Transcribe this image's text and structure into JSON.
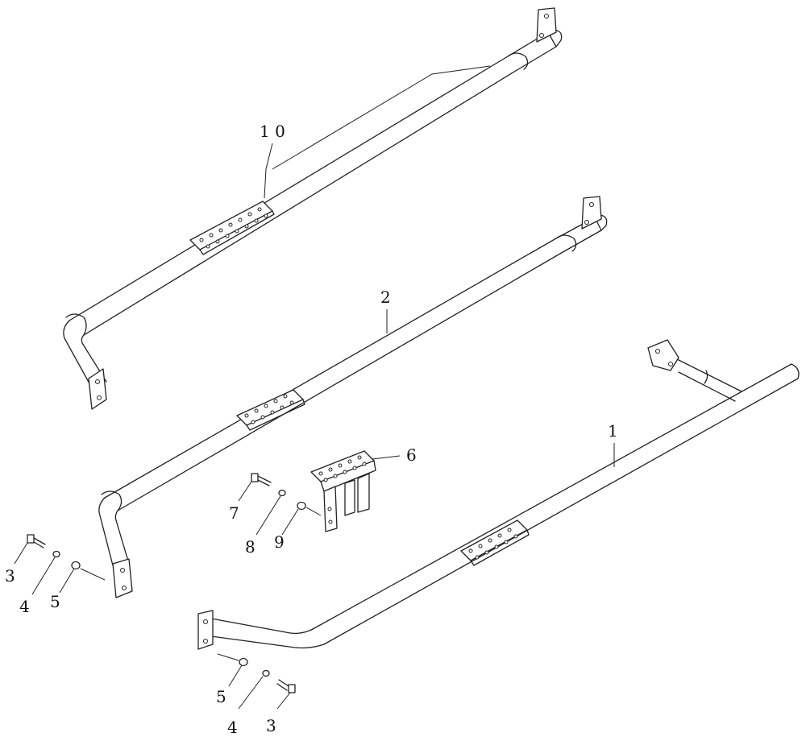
{
  "callouts": {
    "part_10": "1 0",
    "part_2": "2",
    "part_1": "1",
    "part_6": "6",
    "part_7": "7",
    "part_8": "8",
    "part_9": "9",
    "left_3": "3",
    "left_4": "4",
    "left_5": "5",
    "bottom_5": "5",
    "bottom_4": "4",
    "bottom_3": "3"
  },
  "colors": {
    "line": "#222222",
    "background": "#ffffff"
  }
}
